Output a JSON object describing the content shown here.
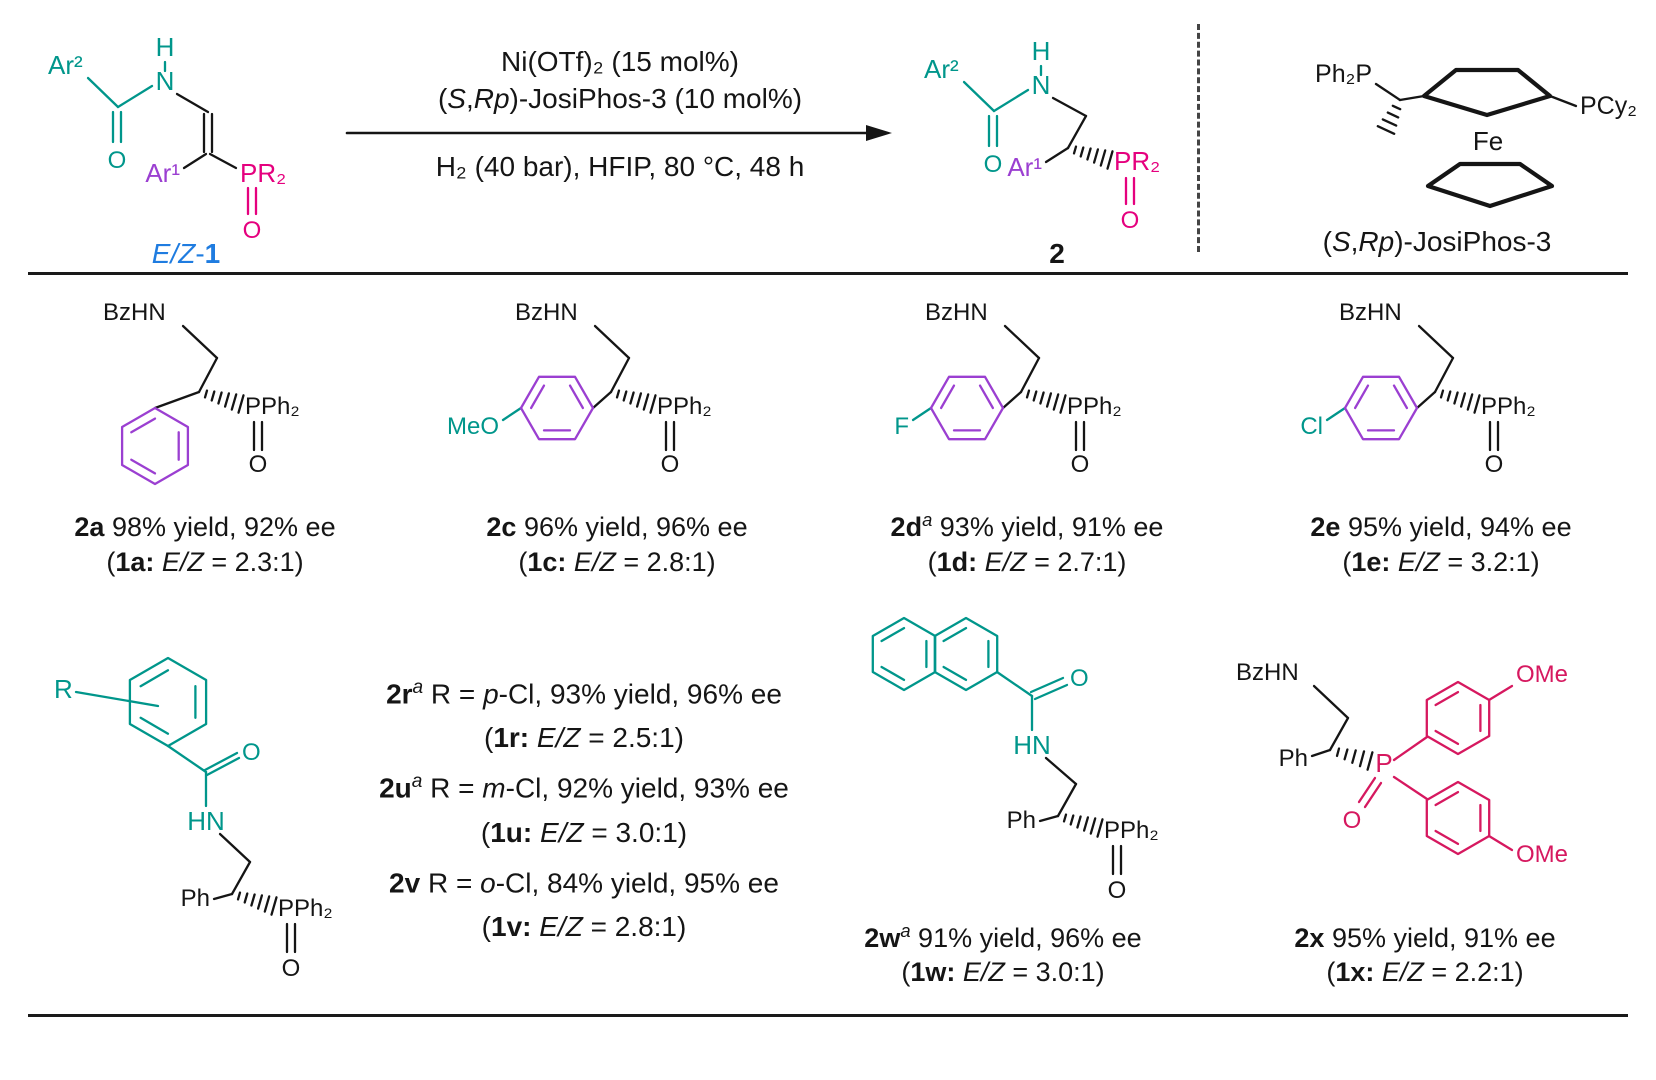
{
  "colors": {
    "teal": "#00968b",
    "purple": "#9b3fd1",
    "magenta": "#e5007e",
    "crimson": "#d6185f",
    "blue": "#1f7ce0",
    "ink": "#151515"
  },
  "scheme": {
    "substrate": {
      "ar2": "Ar²",
      "h": "H",
      "n": "N",
      "o1": "O",
      "ar1": "Ar¹",
      "pr2": "PR₂",
      "o2": "O",
      "caption": {
        "ez": "E/Z",
        "dash": "-",
        "num": "1"
      }
    },
    "conditions": {
      "line1": "Ni(OTf)₂ (15 mol%)",
      "line2": {
        "open": "(",
        "s": "S",
        "comma": ",",
        "rp": "Rp",
        "rest": ")-JosiPhos-3 (10 mol%)"
      },
      "line3": "H₂ (40 bar), HFIP, 80 °C, 48 h"
    },
    "product": {
      "ar2": "Ar²",
      "h": "H",
      "n": "N",
      "o1": "O",
      "ar1": "Ar¹",
      "pr2": "PR₂",
      "o2": "O",
      "caption": "2"
    },
    "ligand": {
      "ph2p": "Ph₂P",
      "pcy2": "PCy₂",
      "fe": "Fe",
      "caption": {
        "open": "(",
        "s": "S",
        "comma": ",",
        "rp": "Rp",
        "rest": ")-JosiPhos-3"
      }
    }
  },
  "row1": [
    {
      "bzhn": "BzHN",
      "pph2": "PPh₂",
      "o": "O",
      "sub": "",
      "cap": {
        "id": "2a",
        "sup": "",
        "rest": " 98% yield, 92% ee"
      },
      "ez": {
        "open": "(",
        "id": "1a: ",
        "label": "E/Z",
        "rest": " = 2.3:1)"
      }
    },
    {
      "bzhn": "BzHN",
      "pph2": "PPh₂",
      "o": "O",
      "sub": "MeO",
      "cap": {
        "id": "2c",
        "sup": "",
        "rest": " 96% yield, 96% ee"
      },
      "ez": {
        "open": "(",
        "id": "1c: ",
        "label": "E/Z",
        "rest": " = 2.8:1)"
      }
    },
    {
      "bzhn": "BzHN",
      "pph2": "PPh₂",
      "o": "O",
      "sub": "F",
      "cap": {
        "id": "2d",
        "sup": "a",
        "rest": " 93% yield, 91% ee"
      },
      "ez": {
        "open": "(",
        "id": "1d: ",
        "label": "E/Z",
        "rest": " = 2.7:1)"
      }
    },
    {
      "bzhn": "BzHN",
      "pph2": "PPh₂",
      "o": "O",
      "sub": "Cl",
      "cap": {
        "id": "2e",
        "sup": "",
        "rest": " 95% yield, 94% ee"
      },
      "ez": {
        "open": "(",
        "id": "1e: ",
        "label": "E/Z",
        "rest": " = 3.2:1)"
      }
    }
  ],
  "row2": {
    "rcl": {
      "labels": {
        "r": "R",
        "o1": "O",
        "hn": "HN",
        "ph": "Ph",
        "pph2": "PPh₂",
        "o2": "O"
      },
      "lines": [
        {
          "id": "2r",
          "sup": "a",
          "mid": " R = ",
          "pos": "p",
          "rest": "-Cl, 93% yield, 96% ee"
        },
        {
          "id": "2u",
          "sup": "a",
          "mid": " R = ",
          "pos": "m",
          "rest": "-Cl, 92% yield, 93% ee"
        },
        {
          "id": "2v",
          "sup": "",
          "mid": " R = ",
          "pos": "o",
          "rest": "-Cl, 84% yield, 95% ee"
        }
      ],
      "ezlines": [
        {
          "open": "(",
          "id": "1r: ",
          "label": "E/Z",
          "rest": " = 2.5:1)"
        },
        {
          "open": "(",
          "id": "1u: ",
          "label": "E/Z",
          "rest": " = 3.0:1)"
        },
        {
          "open": "(",
          "id": "1v: ",
          "label": "E/Z",
          "rest": " = 2.8:1)"
        }
      ]
    },
    "w": {
      "labels": {
        "o1": "O",
        "hn": "HN",
        "ph": "Ph",
        "pph2": "PPh₂",
        "o2": "O"
      },
      "cap": {
        "id": "2w",
        "sup": "a",
        "rest": " 91% yield, 96% ee"
      },
      "ez": {
        "open": "(",
        "id": "1w: ",
        "label": "E/Z",
        "rest": " = 3.0:1)"
      }
    },
    "x": {
      "labels": {
        "bzhn": "BzHN",
        "ph": "Ph",
        "p": "P",
        "o1": "O",
        "ome1": "OMe",
        "ome2": "OMe"
      },
      "cap": {
        "id": "2x",
        "sup": "",
        "rest": " 95% yield, 91% ee"
      },
      "ez": {
        "open": "(",
        "id": "1x: ",
        "label": "E/Z",
        "rest": " = 2.2:1)"
      }
    }
  }
}
